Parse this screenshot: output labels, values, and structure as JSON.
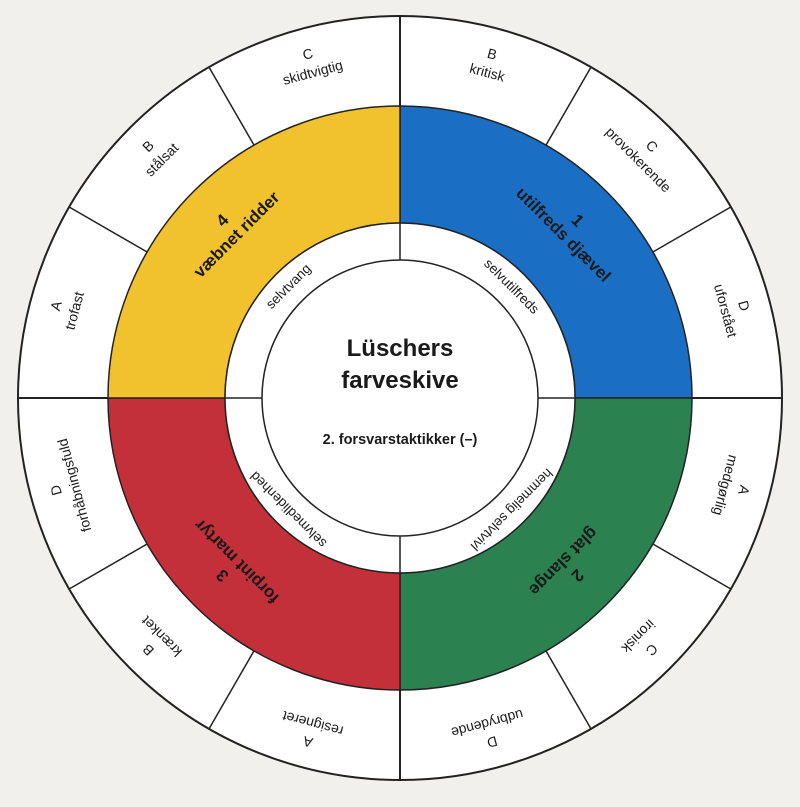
{
  "center": {
    "title_line1": "Lüschers",
    "title_line2": "farveskive",
    "subtitle": "2. forsvarstaktikker (–)"
  },
  "quadrants": {
    "q1": {
      "color": "#1a6fc4",
      "number": "1",
      "name": "utilfreds djævel",
      "inner": "selvutilfreds"
    },
    "q2": {
      "color": "#2b8150",
      "number": "2",
      "name": "glat slange",
      "inner": "hemmelig selvtvivl"
    },
    "q3": {
      "color": "#c4303a",
      "number": "3",
      "name": "forpint martyr",
      "inner": "selvmedlidenhed"
    },
    "q4": {
      "color": "#f2c12e",
      "number": "4",
      "name": "væbnet ridder",
      "inner": "selvtvang"
    }
  },
  "outer": {
    "q1": [
      {
        "letter": "B",
        "word": "kritisk"
      },
      {
        "letter": "C",
        "word": "provokerende"
      },
      {
        "letter": "D",
        "word": "uforstået"
      }
    ],
    "q2": [
      {
        "letter": "A",
        "word": "medgørlig"
      },
      {
        "letter": "C",
        "word": "ironisk"
      },
      {
        "letter": "D",
        "word": "udbrydende"
      }
    ],
    "q3": [
      {
        "letter": "A",
        "word": "resigneret"
      },
      {
        "letter": "B",
        "word": "krænket"
      },
      {
        "letter": "D",
        "word": "forhåbningsfuld"
      }
    ],
    "q4": [
      {
        "letter": "A",
        "word": "trofast"
      },
      {
        "letter": "B",
        "word": "stålsat"
      },
      {
        "letter": "C",
        "word": "skidtvigtig"
      }
    ]
  }
}
